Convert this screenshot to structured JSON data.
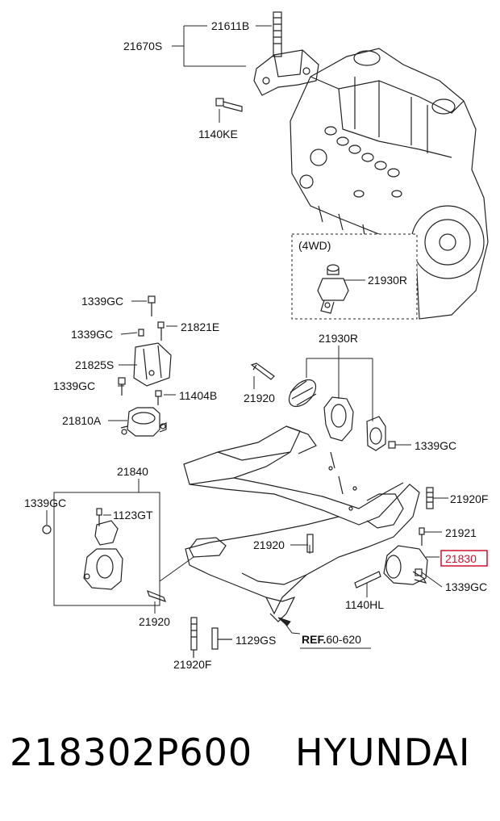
{
  "labels": {
    "l_21611B": "21611B",
    "l_21670S": "21670S",
    "l_1140KE": "1140KE",
    "l_4wd": "(4WD)",
    "l_21930R_4wd": "21930R",
    "l_1339GC_a": "1339GC",
    "l_21821E": "21821E",
    "l_1339GC_b": "1339GC",
    "l_21825S": "21825S",
    "l_1339GC_c": "1339GC",
    "l_11404B": "11404B",
    "l_21810A": "21810A",
    "l_21930R": "21930R",
    "l_21920_a": "21920",
    "l_1339GC_d": "1339GC",
    "l_21840": "21840",
    "l_1339GC_e": "1339GC",
    "l_1123GT": "1123GT",
    "l_21920F_a": "21920F",
    "l_21920_b": "21920",
    "l_21921": "21921",
    "l_21830": "21830",
    "l_1339GC_f": "1339GC",
    "l_1140HL": "1140HL",
    "l_21920_c": "21920",
    "l_1129GS": "1129GS",
    "l_21920F_b": "21920F",
    "ref_prefix": "REF.",
    "ref_number": "60-620"
  },
  "highlight": {
    "part": "21830",
    "color": "#d0112b"
  },
  "footer": {
    "part_number": "218302P600",
    "brand": "HYUNDAI"
  }
}
